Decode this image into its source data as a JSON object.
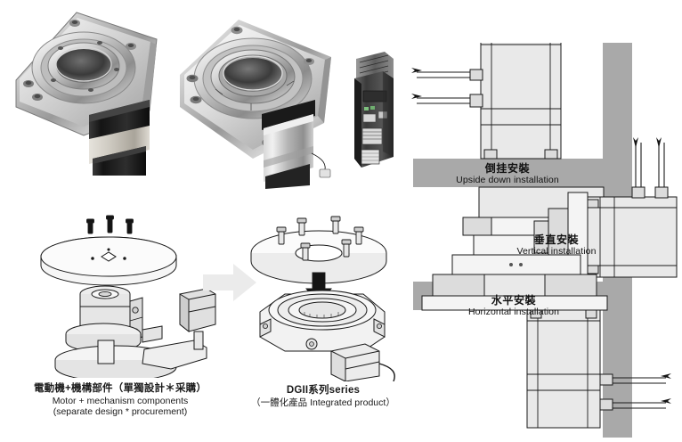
{
  "document": {
    "kind": "product-installation-diagram",
    "subject": "DGII series hollow rotary actuator"
  },
  "photos": {
    "product_small": {
      "name": "hollow-rotary-actuator-small"
    },
    "product_large": {
      "name": "hollow-rotary-actuator-large"
    },
    "driver": {
      "name": "servo-driver-unit"
    }
  },
  "comparison": {
    "arrow": {
      "name": "transition-arrow",
      "direction": "right",
      "color": "#ebebeb"
    },
    "left": {
      "name": "separate-assembly",
      "cn": "電動機+機構部件（單獨設計＊采購）",
      "en_line1": "Motor + mechanism components",
      "en_line2": "(separate design * procurement)"
    },
    "right": {
      "name": "integrated-assembly",
      "cn": "DGII系列series",
      "en_line1": "（一體化產品 Integrated product）"
    }
  },
  "installations": [
    {
      "key": "upside-down",
      "cn": "倒挂安裝",
      "en": "Upside down installation"
    },
    {
      "key": "vertical",
      "cn": "垂直安裝",
      "en": "Vertical installation"
    },
    {
      "key": "horizontal",
      "cn": "水平安裝",
      "en": "Horizontal installation"
    }
  ],
  "colors": {
    "bracket_gray": "#a9a9a9",
    "line_black": "#1a1a1a",
    "body_fill": "#e9e9e9",
    "background": "#ffffff"
  }
}
